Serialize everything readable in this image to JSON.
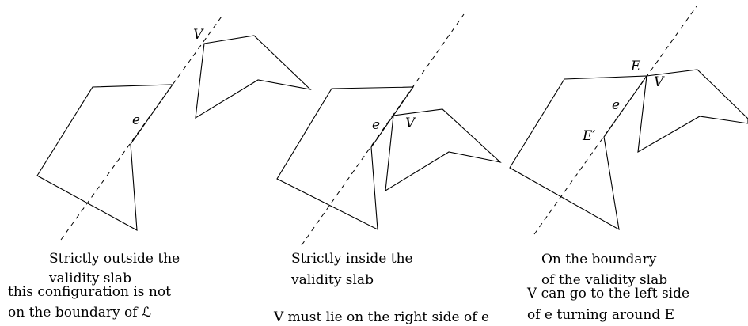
{
  "panels": [
    {
      "caption_line1": "Strictly outside the",
      "caption_line2": "validity slab",
      "edge_label": "e",
      "vertex_label": "V"
    },
    {
      "caption_line1": "Strictly inside the",
      "caption_line2": "validity slab",
      "edge_label": "e",
      "vertex_label": "V"
    },
    {
      "caption_line1": "On the boundary",
      "caption_line2": "of the validity slab",
      "edge_label": "e",
      "vertex_label": "V",
      "endpoint_label": "E",
      "endpoint_prime_label": "E′"
    }
  ],
  "notes": {
    "left_line1": "this configuration is not",
    "left_line2": "on the boundary of ℒ",
    "middle": "V must lie on the right side of e",
    "right_line1": "V can go to the left side",
    "right_line2": "of e turning around E"
  }
}
